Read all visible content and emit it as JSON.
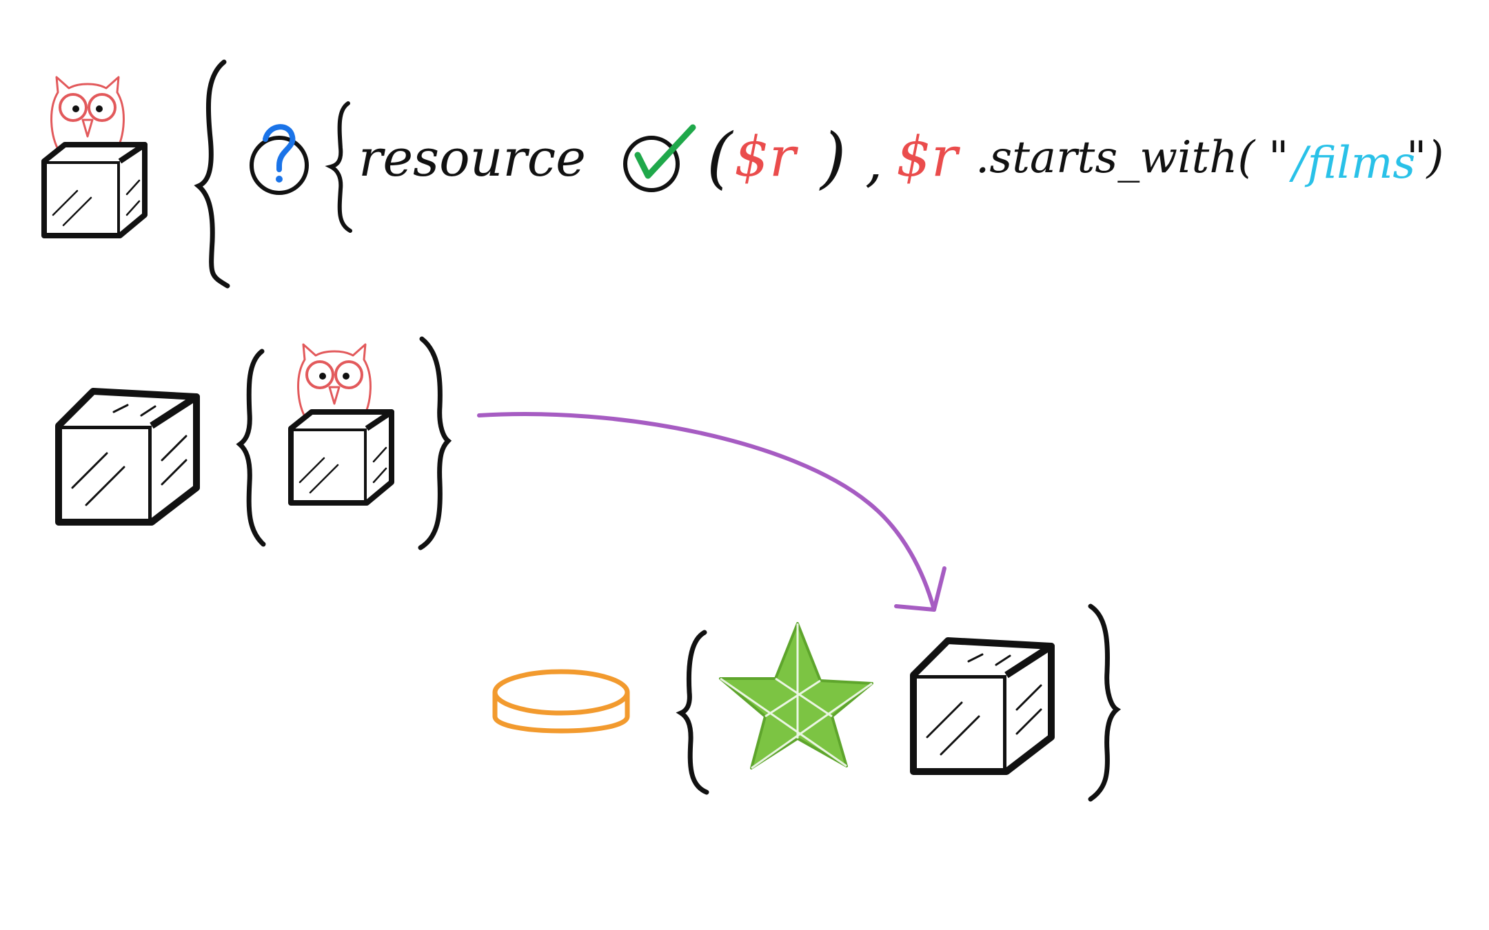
{
  "colors": {
    "ink": "#111111",
    "owl": "#e2595b",
    "question": "#1a73e8",
    "check": "#1fa84a",
    "variable": "#ea4c4c",
    "string": "#29c1e8",
    "arrow": "#a65cc2",
    "coin": "#f29a2e",
    "star": "#6fbf3a"
  },
  "rule": {
    "keyword": "resource",
    "open_paren": "(",
    "variable": "$r",
    "close_paren": ")",
    "comma": ",",
    "method": ".starts_with(",
    "quote_open": "\"",
    "path": "/films",
    "quote_close": "\")"
  },
  "icons": {
    "owl_in_box": "owl-in-box-icon",
    "question": "question-icon",
    "check": "check-icon",
    "box": "box-icon",
    "coin": "coin-icon",
    "star": "star-icon",
    "arrow": "arrow-icon"
  }
}
